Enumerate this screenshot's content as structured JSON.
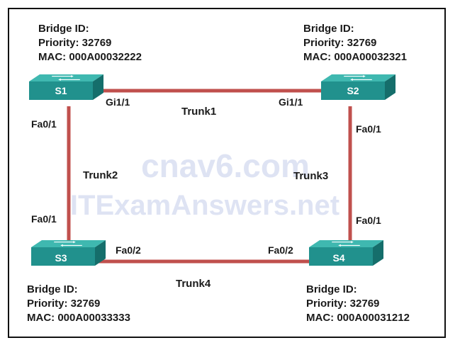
{
  "watermark": {
    "line1": "cnav6.com",
    "line2": "ITExamAnswers.net"
  },
  "colors": {
    "link": "#c0504d",
    "switch_top": "#3fb8b0",
    "switch_front": "#21918d",
    "switch_side": "#156e6b",
    "watermark": "#6a7ec8"
  },
  "switches": [
    {
      "id": "s1",
      "name": "S1",
      "bridge_id_label": "Bridge ID:",
      "priority_label": "Priority: 32769",
      "mac_label": "MAC: 000A00032222"
    },
    {
      "id": "s2",
      "name": "S2",
      "bridge_id_label": "Bridge ID:",
      "priority_label": "Priority: 32769",
      "mac_label": "MAC: 000A00032321"
    },
    {
      "id": "s3",
      "name": "S3",
      "bridge_id_label": "Bridge ID:",
      "priority_label": "Priority: 32769",
      "mac_label": "MAC: 000A00033333"
    },
    {
      "id": "s4",
      "name": "S4",
      "bridge_id_label": "Bridge ID:",
      "priority_label": "Priority: 32769",
      "mac_label": "MAC: 000A00031212"
    }
  ],
  "links": [
    {
      "name": "Trunk1",
      "port_a": "Gi1/1",
      "port_b": "Gi1/1"
    },
    {
      "name": "Trunk2",
      "port_a": "Fa0/1",
      "port_b": "Fa0/1"
    },
    {
      "name": "Trunk3",
      "port_a": "Fa0/1",
      "port_b": "Fa0/1"
    },
    {
      "name": "Trunk4",
      "port_a": "Fa0/2",
      "port_b": "Fa0/2"
    }
  ]
}
